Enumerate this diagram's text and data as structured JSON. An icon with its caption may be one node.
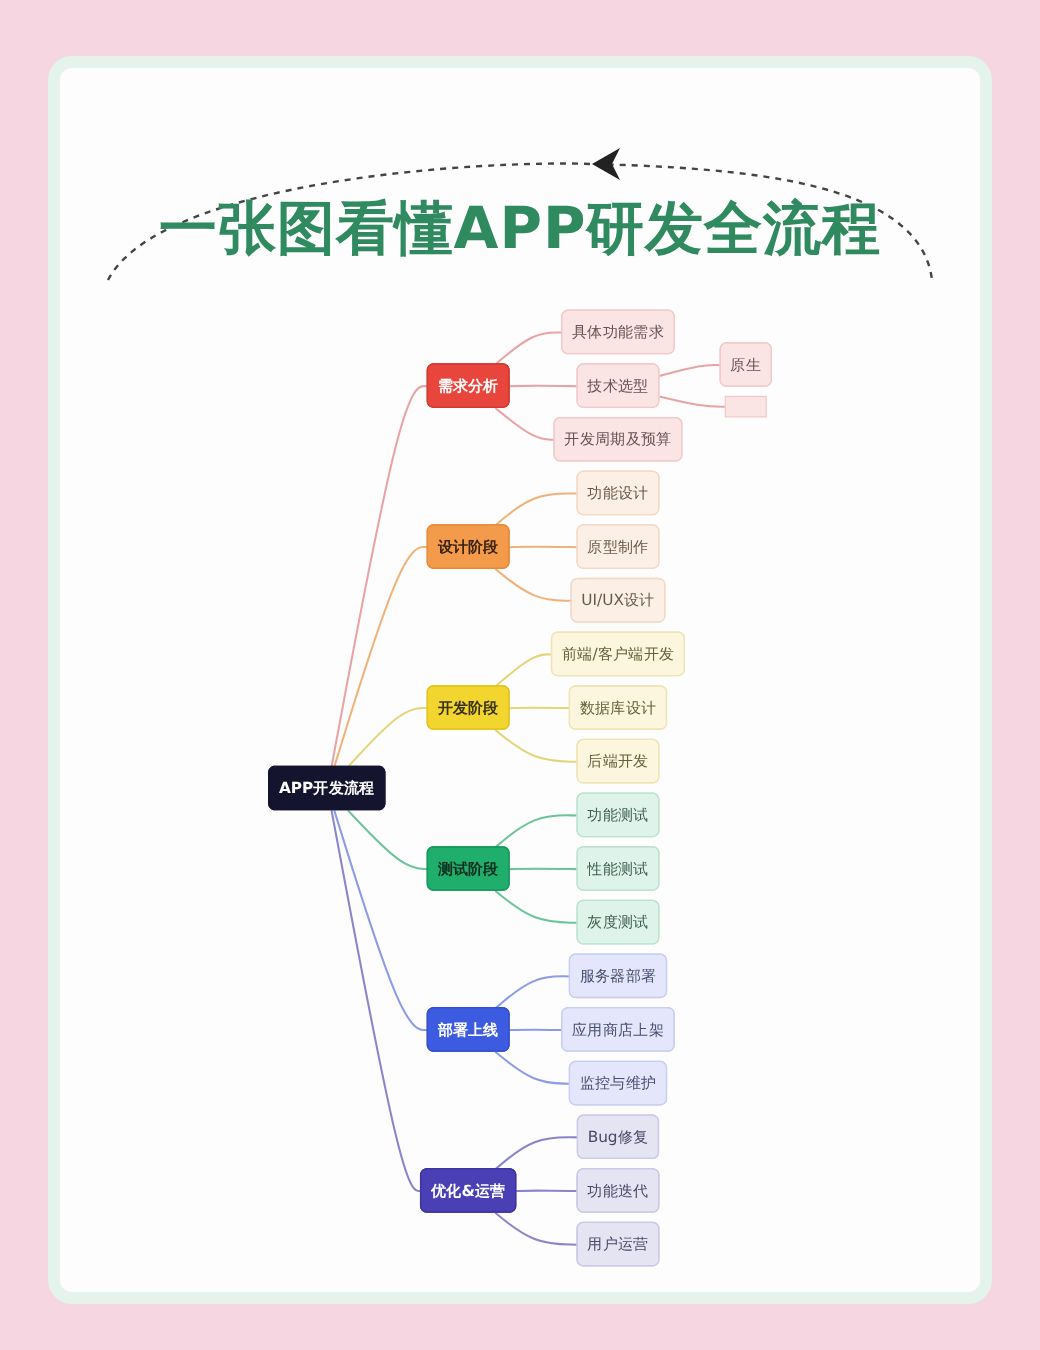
{
  "diagram": {
    "title": "一张图看懂APP研发全流程",
    "nodes": [
      {
        "text": [
          "APP开发流程"
        ]
      },
      {
        "text": [
          "需求分析"
        ]
      },
      {
        "text": [
          "具体功能需求"
        ]
      },
      {
        "text": [
          "技术选型"
        ]
      },
      {
        "text": [
          "原生"
        ]
      },
      {
        "text": [],
        "shape": "box"
      },
      {
        "text": [
          "开发周期及预算"
        ]
      },
      {
        "text": [
          "设计阶段"
        ]
      },
      {
        "text": [
          "功能设计"
        ]
      },
      {
        "text": [
          "原型制作"
        ]
      },
      {
        "text": [
          "UI/UX设计"
        ]
      },
      {
        "text": [
          "开发阶段"
        ]
      },
      {
        "text": [
          "前端/客户端开发"
        ]
      },
      {
        "text": [
          "数据库设计"
        ]
      },
      {
        "text": [
          "后端开发"
        ]
      },
      {
        "text": [
          "测试阶段"
        ]
      },
      {
        "text": [
          "功能测试"
        ]
      },
      {
        "text": [
          "性能测试"
        ]
      },
      {
        "text": [
          "灰度测试"
        ]
      },
      {
        "text": [
          "部署上线"
        ]
      },
      {
        "text": [
          "服务器部署"
        ]
      },
      {
        "text": [
          "应用商店上架"
        ]
      },
      {
        "text": [
          "监控与维护"
        ]
      },
      {
        "text": [
          "优化&运营"
        ]
      },
      {
        "text": [
          "Bug修复"
        ]
      },
      {
        "text": [
          "功能迭代"
        ]
      },
      {
        "text": [
          "用户运营"
        ]
      }
    ],
    "edges": [
      {
        "from": 0,
        "to": 1,
        "arrow": "none",
        "color": "#e9a3a3"
      },
      {
        "from": 1,
        "to": 2,
        "arrow": "none",
        "color": "#e9a3a3"
      },
      {
        "from": 1,
        "to": 3,
        "arrow": "none",
        "color": "#e9a3a3"
      },
      {
        "from": 3,
        "to": 4,
        "arrow": "none",
        "color": "#e9a3a3"
      },
      {
        "from": 3,
        "to": 5,
        "arrow": "none",
        "color": "#e9a3a3"
      },
      {
        "from": 1,
        "to": 6,
        "arrow": "none",
        "color": "#e9a3a3"
      },
      {
        "from": 0,
        "to": 7,
        "arrow": "none",
        "color": "#f0b27a"
      },
      {
        "from": 7,
        "to": 8,
        "arrow": "none",
        "color": "#f0b27a"
      },
      {
        "from": 7,
        "to": 9,
        "arrow": "none",
        "color": "#f0b27a"
      },
      {
        "from": 7,
        "to": 10,
        "arrow": "none",
        "color": "#f0b27a"
      },
      {
        "from": 0,
        "to": 11,
        "arrow": "none",
        "color": "#e6d47a"
      },
      {
        "from": 11,
        "to": 12,
        "arrow": "none",
        "color": "#e6d47a"
      },
      {
        "from": 11,
        "to": 13,
        "arrow": "none",
        "color": "#e6d47a"
      },
      {
        "from": 11,
        "to": 14,
        "arrow": "none",
        "color": "#e6d47a"
      },
      {
        "from": 0,
        "to": 15,
        "arrow": "none",
        "color": "#6cc49a"
      },
      {
        "from": 15,
        "to": 16,
        "arrow": "none",
        "color": "#6cc49a"
      },
      {
        "from": 15,
        "to": 17,
        "arrow": "none",
        "color": "#6cc49a"
      },
      {
        "from": 15,
        "to": 18,
        "arrow": "none",
        "color": "#6cc49a"
      },
      {
        "from": 0,
        "to": 19,
        "arrow": "none",
        "color": "#8c9be6"
      },
      {
        "from": 19,
        "to": 20,
        "arrow": "none",
        "color": "#8c9be6"
      },
      {
        "from": 19,
        "to": 21,
        "arrow": "none",
        "color": "#8c9be6"
      },
      {
        "from": 19,
        "to": 22,
        "arrow": "none",
        "color": "#8c9be6"
      },
      {
        "from": 0,
        "to": 23,
        "arrow": "none",
        "color": "#8a85c8"
      },
      {
        "from": 23,
        "to": 24,
        "arrow": "none",
        "color": "#8a85c8"
      },
      {
        "from": 23,
        "to": 25,
        "arrow": "none",
        "color": "#8a85c8"
      },
      {
        "from": 23,
        "to": 26,
        "arrow": "none",
        "color": "#8a85c8"
      }
    ]
  }
}
